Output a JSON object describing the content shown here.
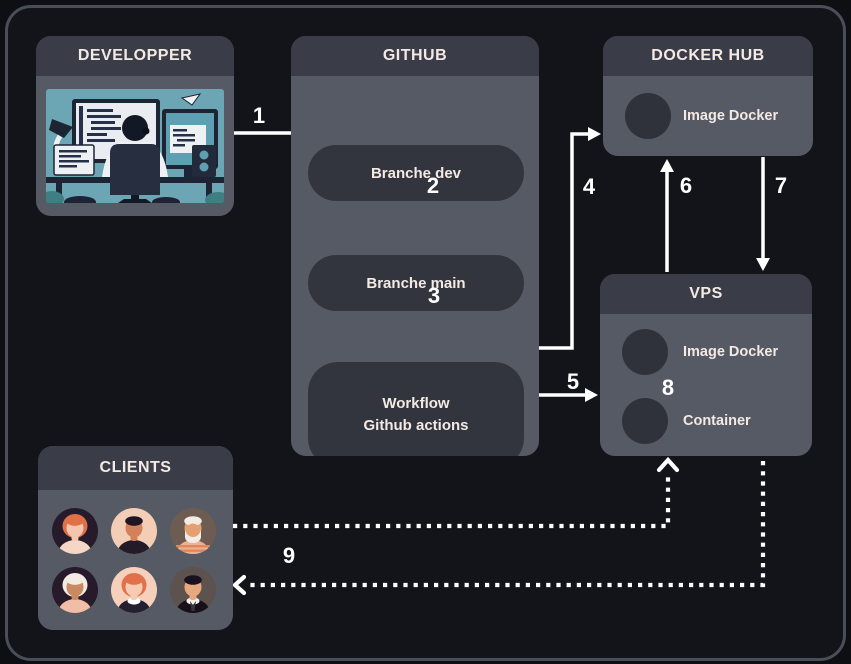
{
  "palette": {
    "frame_bg": "#12141a",
    "frame_border": "#4a4e58",
    "box_body": "#565a64",
    "box_header": "#3a3d47",
    "node": "#33353e",
    "disc": "#2f323b",
    "text": "#f4e9e3",
    "arrow": "#ffffff"
  },
  "boxes": {
    "developer": {
      "title": "DEVELOPPER"
    },
    "github": {
      "title": "GITHUB",
      "branche_dev": "Branche dev",
      "branche_main": "Branche main",
      "workflow_line1": "Workflow",
      "workflow_line2": "Github actions"
    },
    "docker_hub": {
      "title": "DOCKER HUB",
      "image_docker": "Image Docker"
    },
    "vps": {
      "title": "VPS",
      "image_docker": "Image Docker",
      "container": "Container"
    },
    "clients": {
      "title": "CLIENTS"
    }
  },
  "arrow_labels": {
    "a1": "1",
    "a2": "2",
    "a3": "3",
    "a4": "4",
    "a5": "5",
    "a6": "6",
    "a7": "7",
    "a8": "8",
    "a9": "9"
  },
  "clients_avatars": [
    {
      "name": "avatar-woman-orange-long-hair",
      "bg": "#261a2b",
      "skin": "#f3c6af",
      "hair": "#e07048",
      "top": "#f6d7c6",
      "long": true
    },
    {
      "name": "avatar-man-dark-hair",
      "bg": "#f4cdb6",
      "skin": "#d2815b",
      "hair": "#201523",
      "top": "#241b29"
    },
    {
      "name": "avatar-older-man-white-beard",
      "bg": "#6e5c53",
      "skin": "#e5a072",
      "hair": "#f3ece5",
      "top": "#eeb292",
      "beard": "#f3ece5",
      "stripes": "#e0875d"
    },
    {
      "name": "avatar-woman-white-curly-hair",
      "bg": "#261a2b",
      "skin": "#c98a62",
      "hair": "#f2ebe4",
      "top": "#f0bda7",
      "long": true
    },
    {
      "name": "avatar-woman-orange-bob-hair",
      "bg": "#f6d0bb",
      "skin": "#f6cab3",
      "hair": "#e0714a",
      "top": "#231f31",
      "collar": "#ffffff",
      "long": true
    },
    {
      "name": "avatar-man-black-suit",
      "bg": "#5e524e",
      "skin": "#e6a87e",
      "hair": "#171120",
      "top": "#161019",
      "collar": "#f5f2ee",
      "tie": "#3a3340"
    }
  ]
}
